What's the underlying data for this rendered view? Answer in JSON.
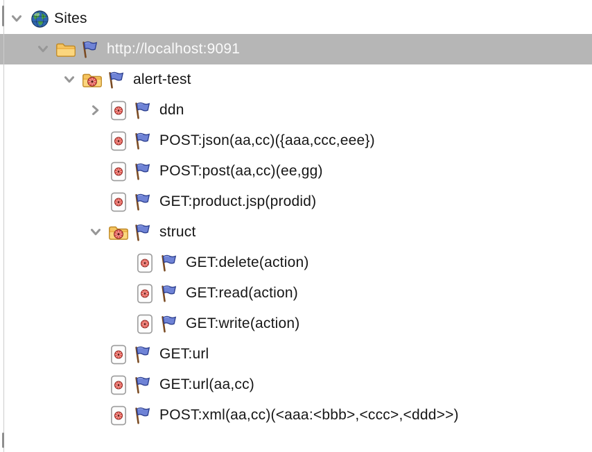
{
  "panel": {
    "name": "Sites tree",
    "background": "#ffffff",
    "selection_color": "#b6b6b6",
    "selected_text_color": "#fafafa"
  },
  "tree": {
    "nodes": [
      {
        "label": "Sites",
        "level": 0,
        "expanded": true,
        "icon": "globe-icon",
        "flag": false,
        "selected": false
      },
      {
        "label": "http://localhost:9091",
        "level": 1,
        "expanded": true,
        "icon": "folder-icon",
        "flag": true,
        "selected": true
      },
      {
        "label": "alert-test",
        "level": 2,
        "expanded": true,
        "icon": "folder-target-icon",
        "flag": true,
        "selected": false
      },
      {
        "label": "ddn",
        "level": 3,
        "expanded": false,
        "icon": "page-target-icon",
        "flag": true,
        "selected": false
      },
      {
        "label": "POST:json(aa,cc)({aaa,ccc,eee})",
        "level": 3,
        "icon": "page-target-icon",
        "flag": true,
        "selected": false
      },
      {
        "label": "POST:post(aa,cc)(ee,gg)",
        "level": 3,
        "icon": "page-target-icon",
        "flag": true,
        "selected": false
      },
      {
        "label": "GET:product.jsp(prodid)",
        "level": 3,
        "icon": "page-target-icon",
        "flag": true,
        "selected": false
      },
      {
        "label": "struct",
        "level": 3,
        "expanded": true,
        "icon": "folder-target-icon",
        "flag": true,
        "selected": false
      },
      {
        "label": "GET:delete(action)",
        "level": 4,
        "icon": "page-target-icon",
        "flag": true,
        "selected": false
      },
      {
        "label": "GET:read(action)",
        "level": 4,
        "icon": "page-target-icon",
        "flag": true,
        "selected": false
      },
      {
        "label": "GET:write(action)",
        "level": 4,
        "icon": "page-target-icon",
        "flag": true,
        "selected": false
      },
      {
        "label": "GET:url",
        "level": 3,
        "icon": "page-target-icon",
        "flag": true,
        "selected": false
      },
      {
        "label": "GET:url(aa,cc)",
        "level": 3,
        "icon": "page-target-icon",
        "flag": true,
        "selected": false
      },
      {
        "label": "POST:xml(aa,cc)(<aaa:<bbb>,<ccc>,<ddd>>)",
        "level": 3,
        "icon": "page-target-icon",
        "flag": true,
        "selected": false
      }
    ]
  }
}
